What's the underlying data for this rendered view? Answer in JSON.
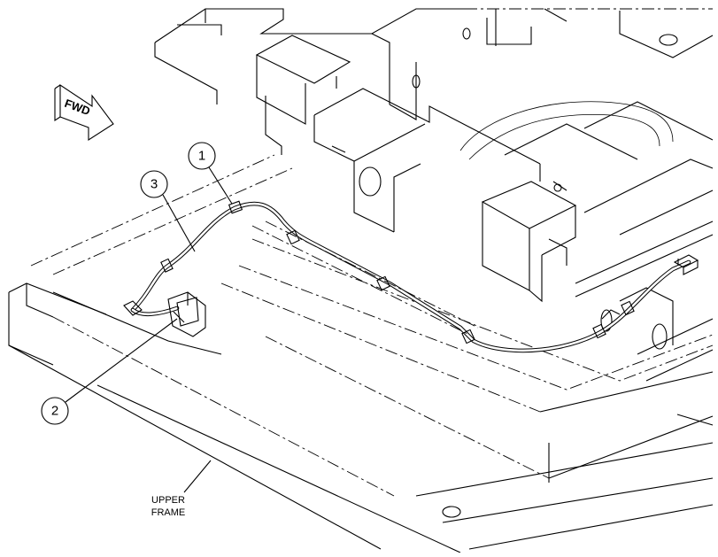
{
  "direction_arrow": {
    "text": "FWD"
  },
  "callouts": [
    {
      "number": "1"
    },
    {
      "number": "2"
    },
    {
      "number": "3"
    }
  ],
  "frame_label": {
    "line1": "UPPER",
    "line2": "FRAME"
  }
}
